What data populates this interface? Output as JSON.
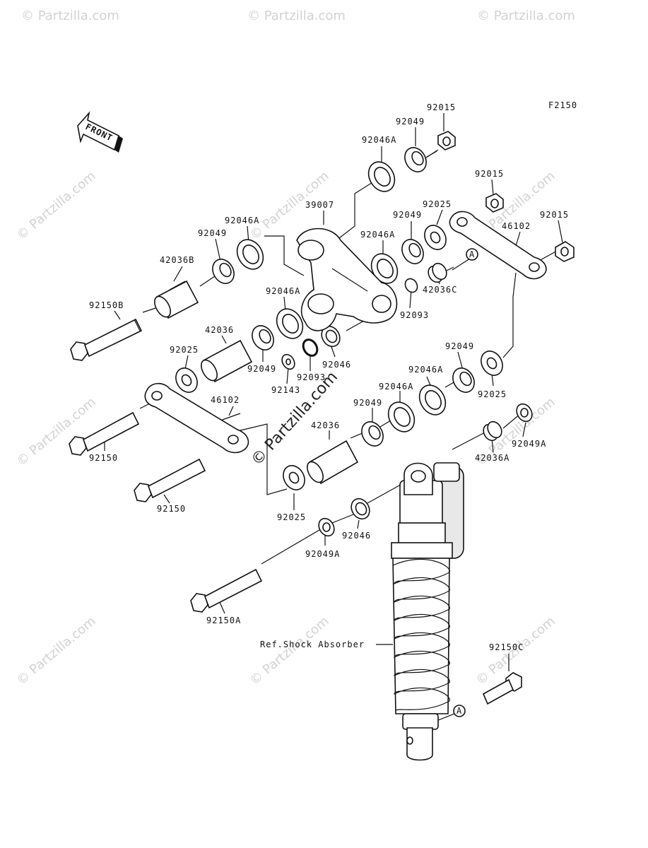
{
  "diagram": {
    "code": "F2150",
    "front_label": "FRONT",
    "ref_label": "Ref.Shock Absorber",
    "callout_a": "A",
    "labels": {
      "p92015_top": "92015",
      "p92049_top": "92049",
      "p92046A_top": "92046A",
      "p92015_mid": "92015",
      "p92025_top": "92025",
      "p92049_mid": "92049",
      "p92015_right": "92015",
      "p46102_right": "46102",
      "p39007": "39007",
      "p92046A_left": "92046A",
      "p92049_left": "92049",
      "p92046A_mid": "92046A",
      "p42036B": "42036B",
      "p42036C": "42036C",
      "p92046A_lower": "92046A",
      "p92093_right": "92093",
      "p92150B": "92150B",
      "p42036_upper": "42036",
      "p92025_left": "92025",
      "p92049_lower": "92049",
      "p92093_mid": "92093",
      "p92046_mid": "92046",
      "p92143": "92143",
      "p92049_rightlow": "92049",
      "p92046A_rightlow": "92046A",
      "p92025_rightlow": "92025",
      "p92046A_center": "92046A",
      "p46102_left": "46102",
      "p92049_center": "92049",
      "p42036_lower": "42036",
      "p92150_1": "92150",
      "p92150_2": "92150",
      "p92049A_right": "92049A",
      "p42036A": "42036A",
      "p92025_bottom": "92025",
      "p92046_bottom": "92046",
      "p92049A_bottom": "92049A",
      "p92150A": "92150A",
      "p92150C": "92150C"
    },
    "watermarks": {
      "text": "© Partzilla.com",
      "center": "© Partzilla.com"
    }
  }
}
